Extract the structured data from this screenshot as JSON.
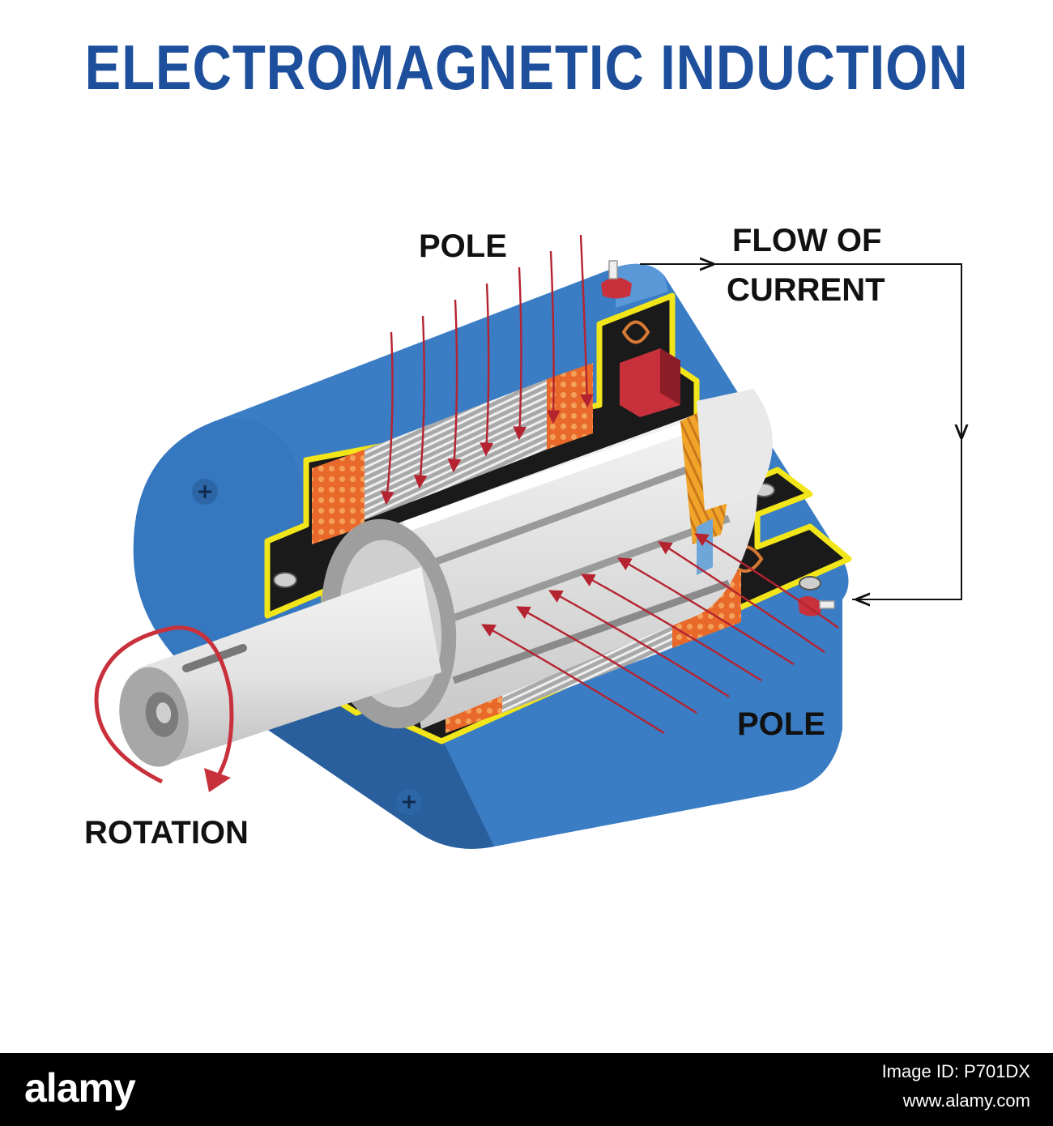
{
  "title": "ELECTROMAGNETIC INDUCTION",
  "labels": {
    "pole_top": "POLE",
    "flow_line1": "FLOW OF",
    "flow_line2": "CURRENT",
    "pole_bottom": "POLE",
    "rotation": "ROTATION"
  },
  "footer": {
    "brand": "alamy",
    "image_id": "Image ID: P701DX",
    "site": "www.alamy.com"
  },
  "colors": {
    "title": "#1d4f9c",
    "housing": "#3a7dc4",
    "housing_dark": "#2a5f9e",
    "cut_edge": "#f2e61a",
    "coil": "#e8692a",
    "flux_arrow": "#b52330",
    "brush": "#c8313c"
  }
}
